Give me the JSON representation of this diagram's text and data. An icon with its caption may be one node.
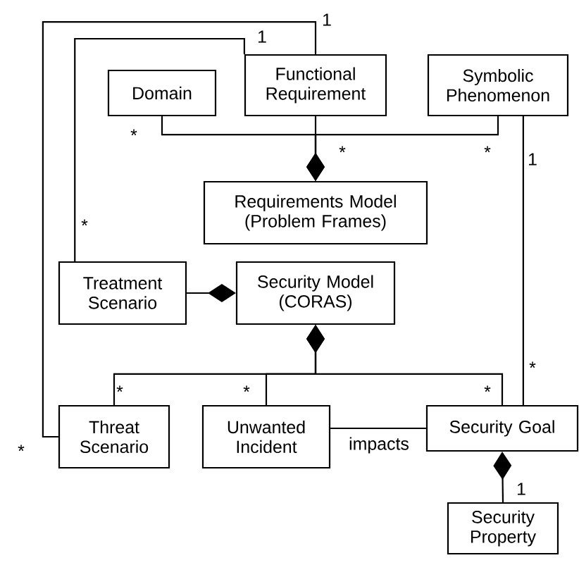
{
  "diagram": {
    "nodes": [
      {
        "text": [
          "Domain"
        ]
      },
      {
        "text": [
          "Functional Requirement"
        ]
      },
      {
        "text": [
          "Symbolic Phenomenon"
        ]
      },
      {
        "text": [
          "Requirements Model (Problem Frames)"
        ]
      },
      {
        "text": [
          "Treatment Scenario"
        ]
      },
      {
        "text": [
          "Security Model (CORAS)"
        ]
      },
      {
        "text": [
          "Threat Scenario"
        ]
      },
      {
        "text": [
          "Unwanted Incident"
        ]
      },
      {
        "text": [
          "Security Goal"
        ]
      },
      {
        "text": [
          "Security Property"
        ]
      }
    ],
    "edges": [
      {
        "from": 0,
        "to": 3,
        "arrow": "other"
      },
      {
        "from": 1,
        "to": 3,
        "arrow": "other"
      },
      {
        "from": 2,
        "to": 3,
        "arrow": "other"
      },
      {
        "from": 4,
        "to": 5,
        "arrow": "other"
      },
      {
        "from": 6,
        "to": 5,
        "arrow": "other"
      },
      {
        "from": 7,
        "to": 5,
        "arrow": "other"
      },
      {
        "from": 8,
        "to": 5,
        "arrow": "other"
      },
      {
        "from": 9,
        "to": 8,
        "arrow": "other"
      },
      {
        "from": 7,
        "to": 8,
        "arrow": "none",
        "label": "impacts"
      },
      {
        "from": 4,
        "to": 1,
        "arrow": "none"
      },
      {
        "from": 6,
        "to": 1,
        "arrow": "none"
      },
      {
        "from": 2,
        "to": 8,
        "arrow": "none"
      }
    ],
    "labels": [
      "1",
      "1",
      "*",
      "*",
      "*",
      "1",
      "*",
      "*",
      "*",
      "*",
      "*",
      "*",
      "1"
    ]
  }
}
